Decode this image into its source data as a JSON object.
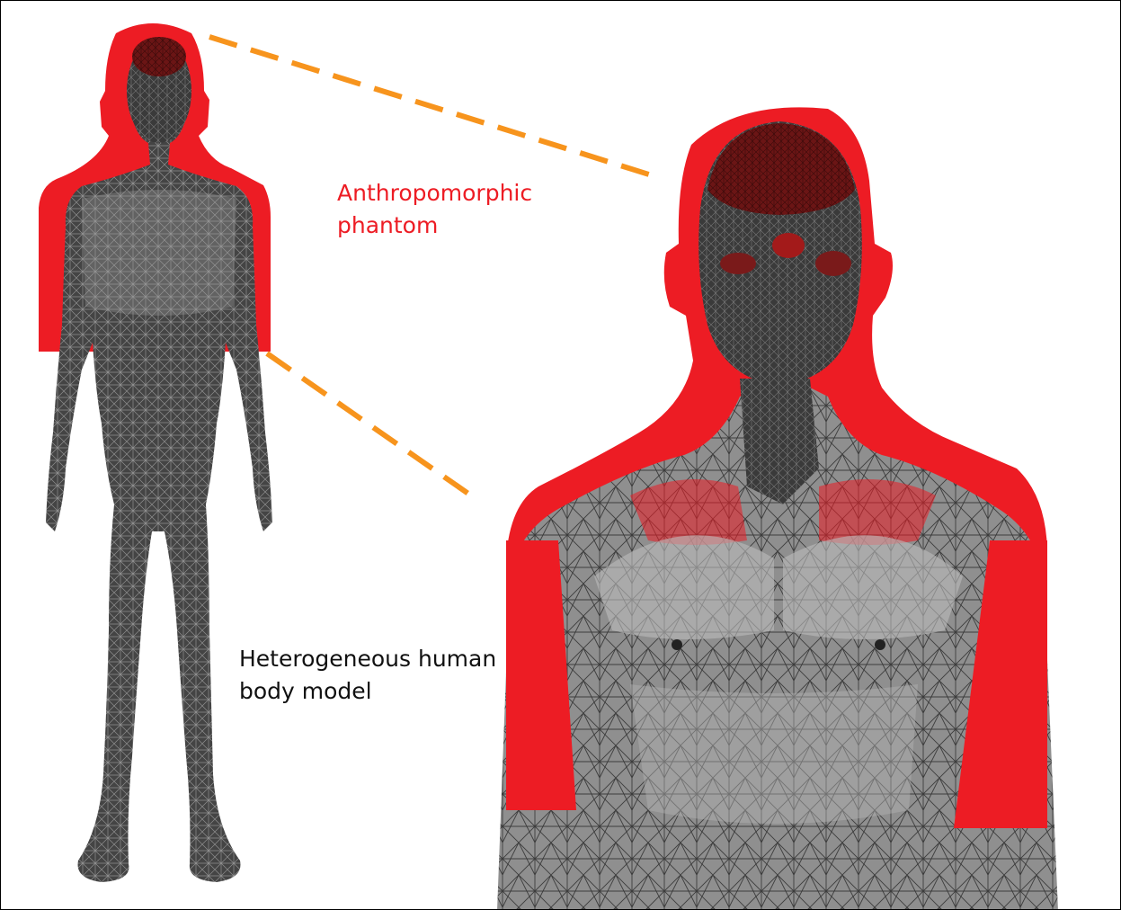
{
  "labels": {
    "phantom": {
      "line1": "Anthropomorphic",
      "line2": "phantom"
    },
    "body_model": {
      "line1": "Heterogeneous human",
      "line2": "body model"
    }
  },
  "colors": {
    "phantom_red": "#ed1c24",
    "mesh_dark": "#3a3a3a",
    "mesh_line": "#8a8a8a",
    "skin_gray": "#a9a9a9",
    "connector_orange": "#f7941d",
    "background": "#ffffff"
  },
  "connector_style": "dashed",
  "callout": "zoomed view of head and upper torso"
}
